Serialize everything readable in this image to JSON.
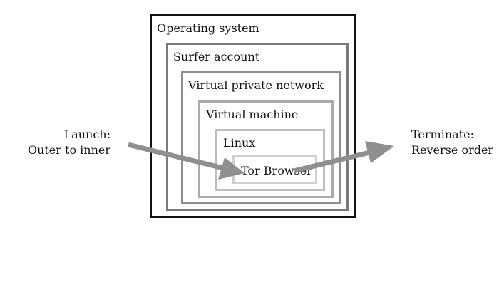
{
  "layers": {
    "os": "Operating system",
    "surfer": "Surfer account",
    "vpn": "Virtual private network",
    "vm": "Virtual machine",
    "linux": "Linux",
    "browser": "Tor Browser"
  },
  "launch": {
    "line1": "Launch:",
    "line2": "Outer to inner"
  },
  "terminate": {
    "line1": "Terminate:",
    "line2": "Reverse order"
  },
  "colors": {
    "os_border": "#111111",
    "surfer_border": "#7a7a7a",
    "vpn_border": "#8e8e8e",
    "vm_border": "#aaaaaa",
    "linux_border": "#bdbdbd",
    "browser_border": "#cfcfcf",
    "arrow": "#8f8f8f"
  }
}
